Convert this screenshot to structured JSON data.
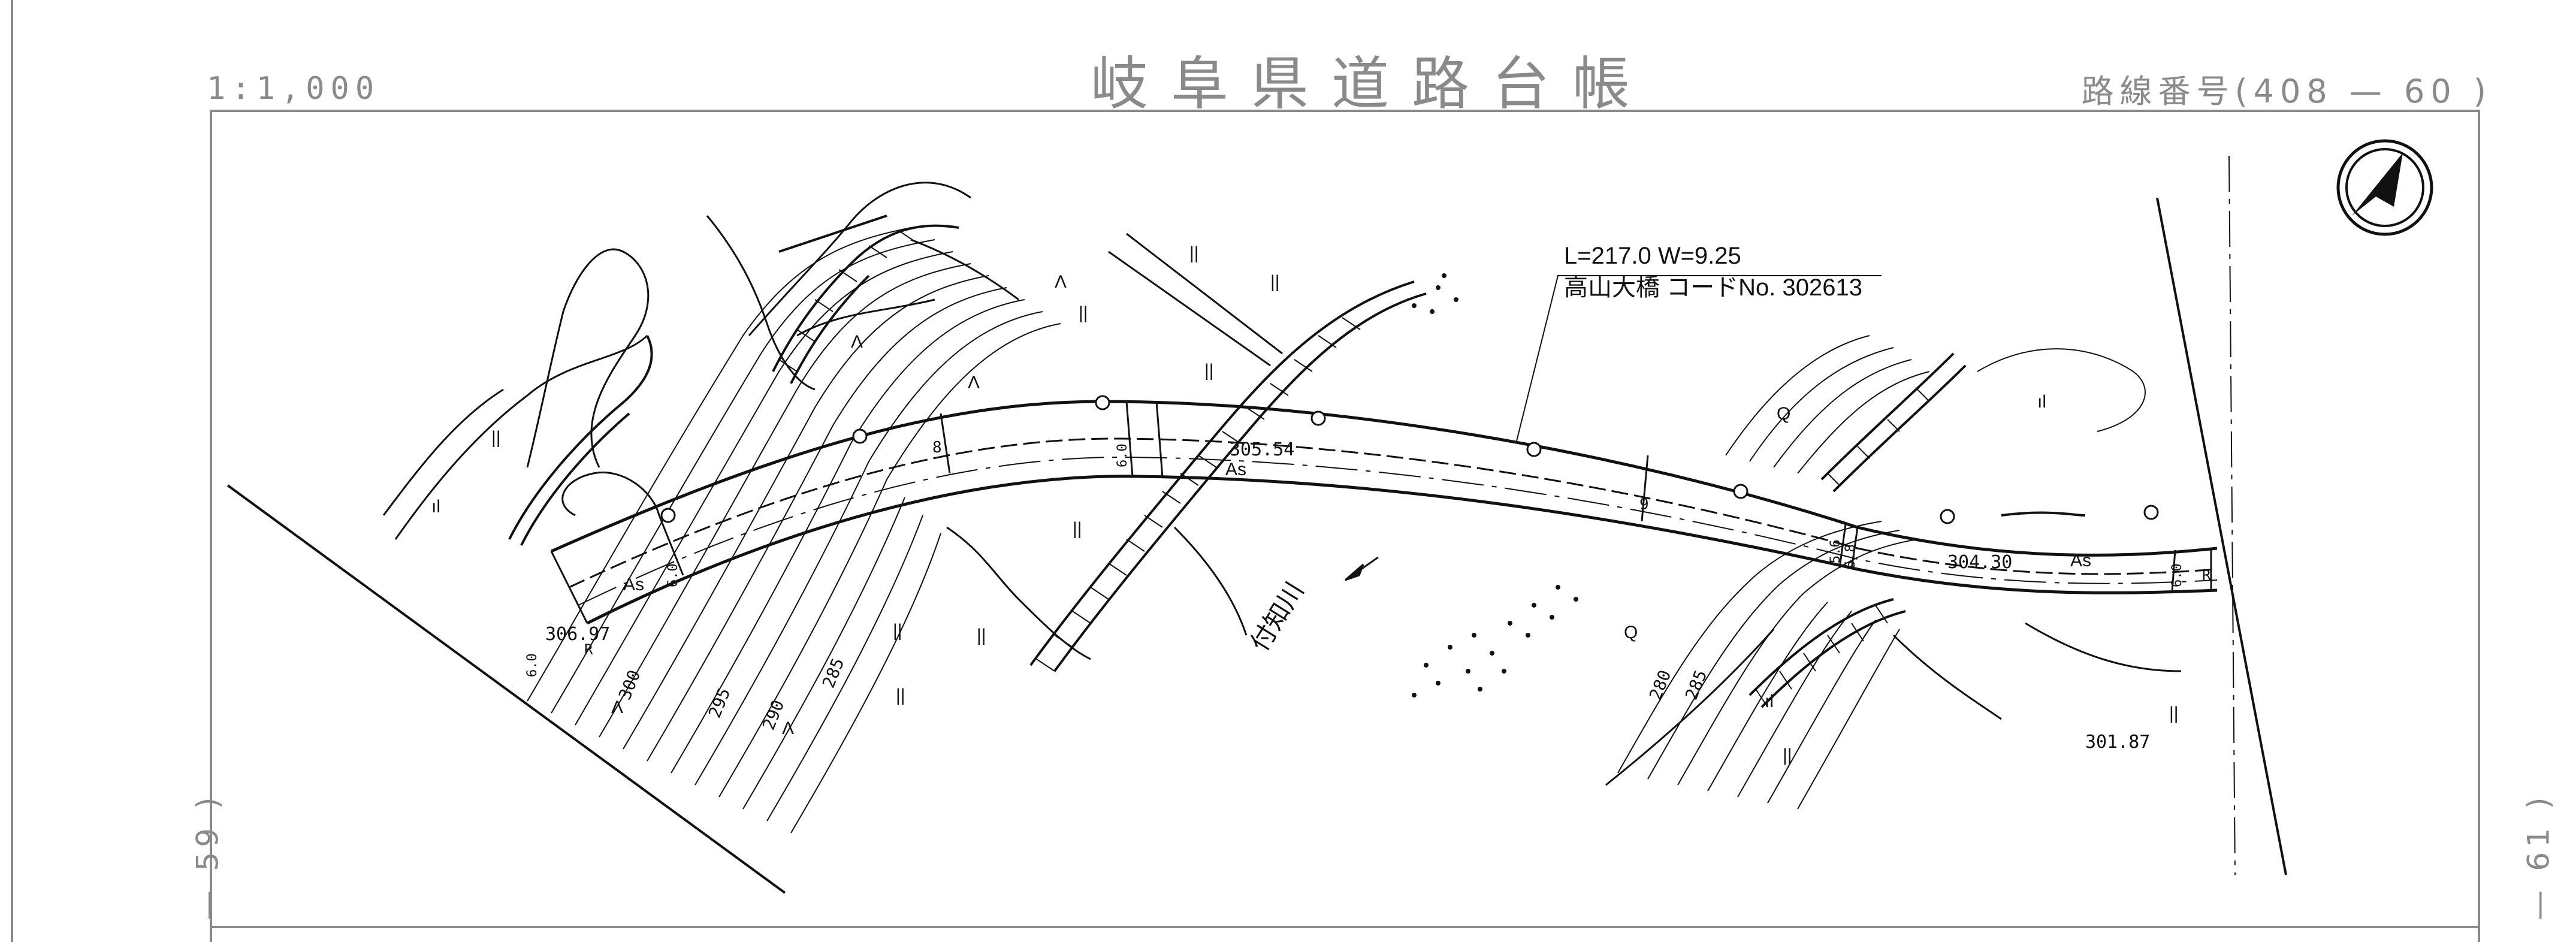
{
  "header": {
    "scale": "1:1,000",
    "title": "岐阜県道路台帳",
    "route_number": "路線番号(408 — 60 )"
  },
  "side": {
    "prev_page": "— 59 )",
    "next_page": "— 61 )"
  },
  "bridge": {
    "dimensions": "L=217.0  W=9.25",
    "name_code": "高山大橋  コードNo. 302613"
  },
  "river": {
    "name": "付知川"
  },
  "elevations": [
    "306.97",
    "305.54",
    "304.30",
    "301.87"
  ],
  "contours": [
    "300",
    "295",
    "290",
    "285",
    "280",
    "285"
  ],
  "surface": "As",
  "marks": {
    "widths": [
      "6.0",
      "6.0",
      "6.0",
      "5.6",
      "5.8",
      "6.0"
    ],
    "stations": [
      "8",
      "9"
    ],
    "retaining": "R"
  },
  "symbols": {
    "field": "||",
    "grass": "Λ",
    "forest": "Q",
    "shrine": "ıl"
  },
  "colors": {
    "ink": "#111111",
    "frame": "#8a8a8a"
  },
  "icons": [
    "north-arrow-icon"
  ]
}
